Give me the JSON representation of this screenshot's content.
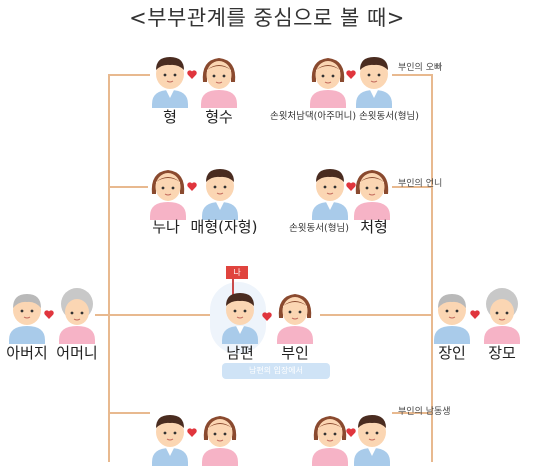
{
  "title": "<부부관계를 중심으로 볼 때>",
  "colors": {
    "connector": "#e8b98f",
    "heart": "#e0353d",
    "male_shirt": "#a9cbea",
    "female_shirt": "#f6b3c6",
    "skin": "#fbd6b3",
    "badge": "#cfe3f6",
    "flag": "#e0443e"
  },
  "icons": {
    "heart": "heart-icon",
    "flag": "flag-icon"
  },
  "left_branch": {
    "row1": {
      "a": "형",
      "b": "형수"
    },
    "row2": {
      "a": "누나",
      "b": "매형(자형)"
    }
  },
  "right_branch": {
    "row1": {
      "note": "부인의 오빠",
      "a": "손윗처남댁(아주머니)",
      "b": "손윗동서(형님)"
    },
    "row2": {
      "note": "부인의 언니",
      "a": "손윗동서(형님)",
      "b": "처형"
    },
    "row4": {
      "note": "부인의 남동생"
    }
  },
  "parents_left": {
    "a": "아버지",
    "b": "어머니"
  },
  "parents_right": {
    "a": "장인",
    "b": "장모"
  },
  "center": {
    "a": "남편",
    "b": "부인",
    "flag": "나",
    "badge": "남편의 입장에서"
  }
}
